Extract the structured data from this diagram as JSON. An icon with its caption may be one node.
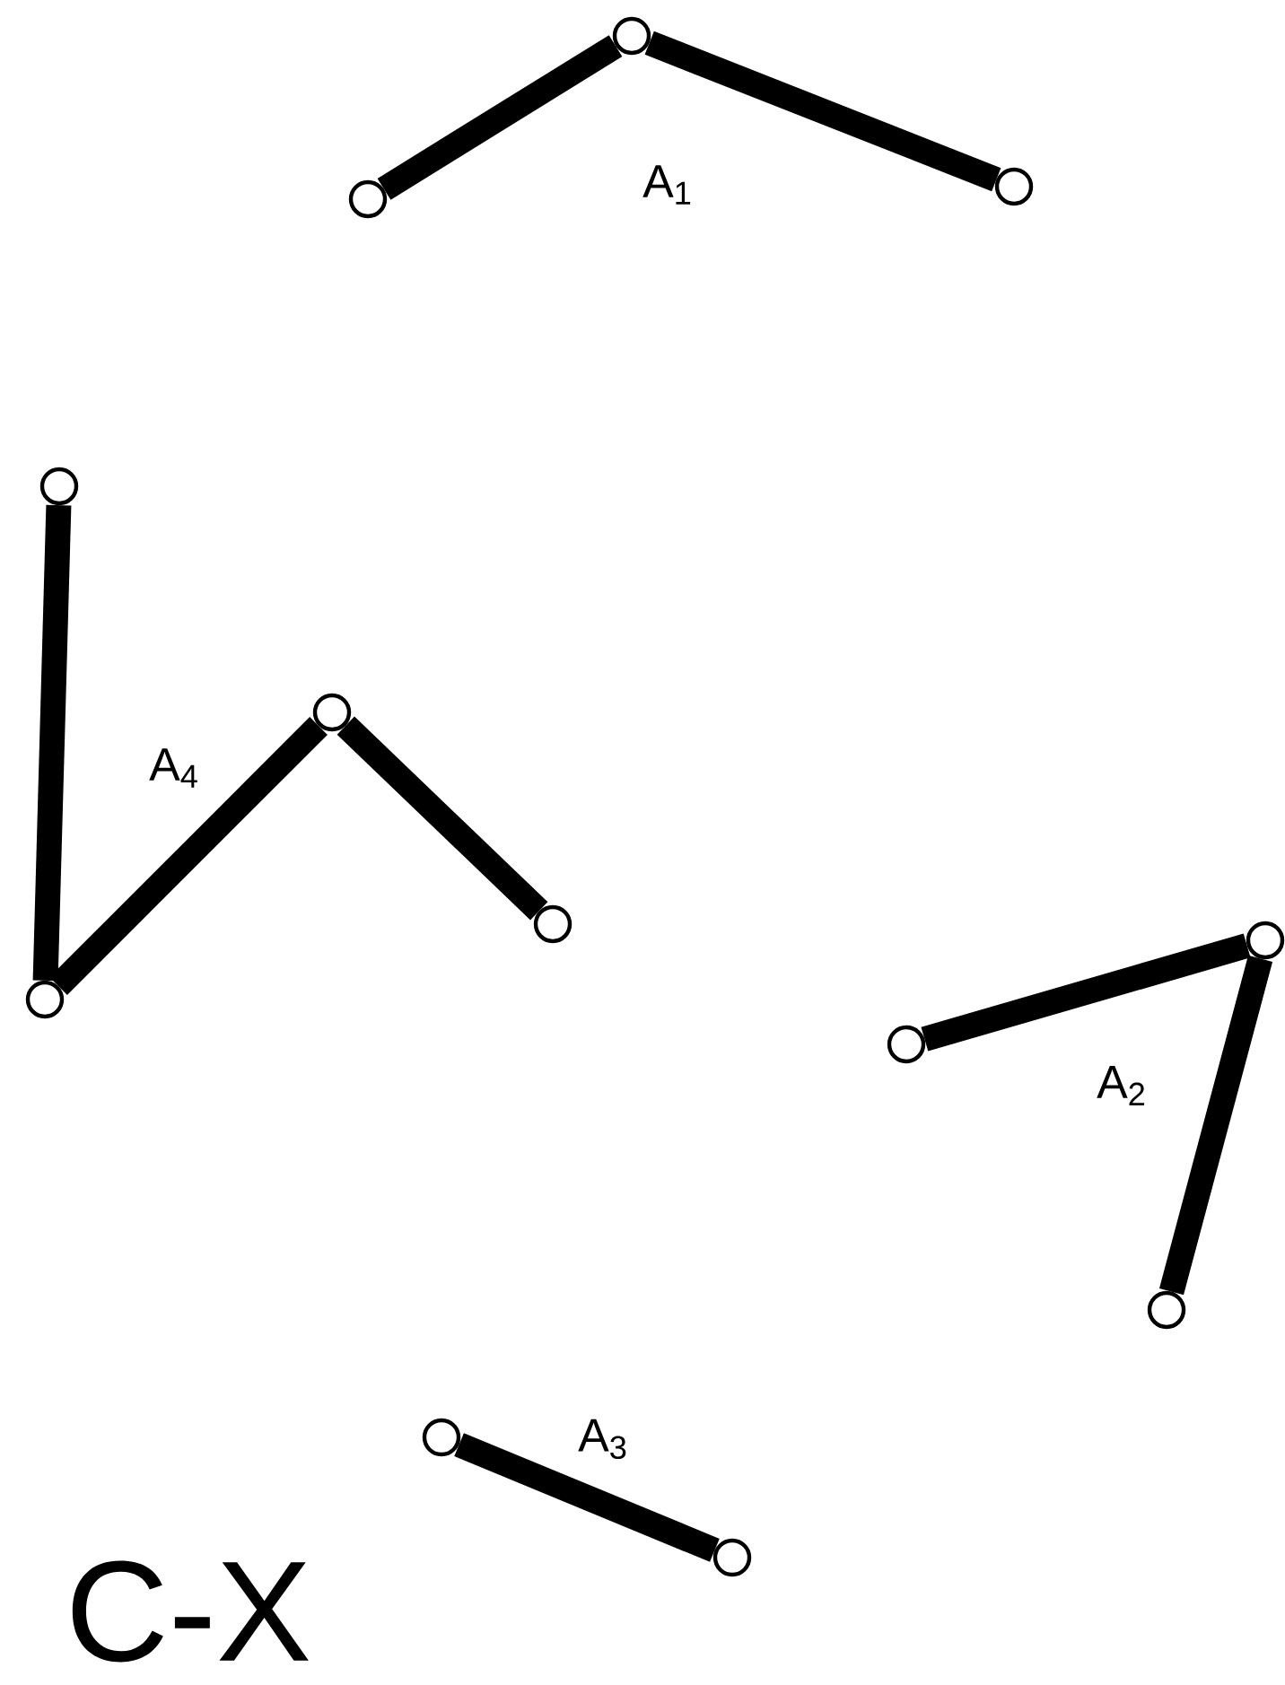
{
  "diagram": {
    "nodes": [
      {
        "text": [],
        "shape": "circle"
      },
      {
        "text": [],
        "shape": "circle"
      },
      {
        "text": [],
        "shape": "circle"
      },
      {
        "text": [],
        "shape": "circle"
      },
      {
        "text": [],
        "shape": "circle"
      },
      {
        "text": [],
        "shape": "circle"
      },
      {
        "text": [],
        "shape": "circle"
      },
      {
        "text": [],
        "shape": "circle"
      },
      {
        "text": [],
        "shape": "circle"
      },
      {
        "text": [],
        "shape": "circle"
      },
      {
        "text": [],
        "shape": "circle"
      },
      {
        "text": [],
        "shape": "circle"
      }
    ],
    "edges": [
      {
        "from": 0,
        "to": 1,
        "arrow": "none"
      },
      {
        "from": 1,
        "to": 2,
        "arrow": "none"
      },
      {
        "from": 3,
        "to": 6,
        "arrow": "none"
      },
      {
        "from": 6,
        "to": 4,
        "arrow": "none"
      },
      {
        "from": 4,
        "to": 5,
        "arrow": "none"
      },
      {
        "from": 7,
        "to": 8,
        "arrow": "none"
      },
      {
        "from": 8,
        "to": 9,
        "arrow": "none"
      },
      {
        "from": 10,
        "to": 11,
        "arrow": "none"
      }
    ],
    "labels": [
      "A$_{1}$",
      "A$_{4}$",
      "A$_{2}$",
      "A$_{3}$",
      "C-X"
    ]
  }
}
